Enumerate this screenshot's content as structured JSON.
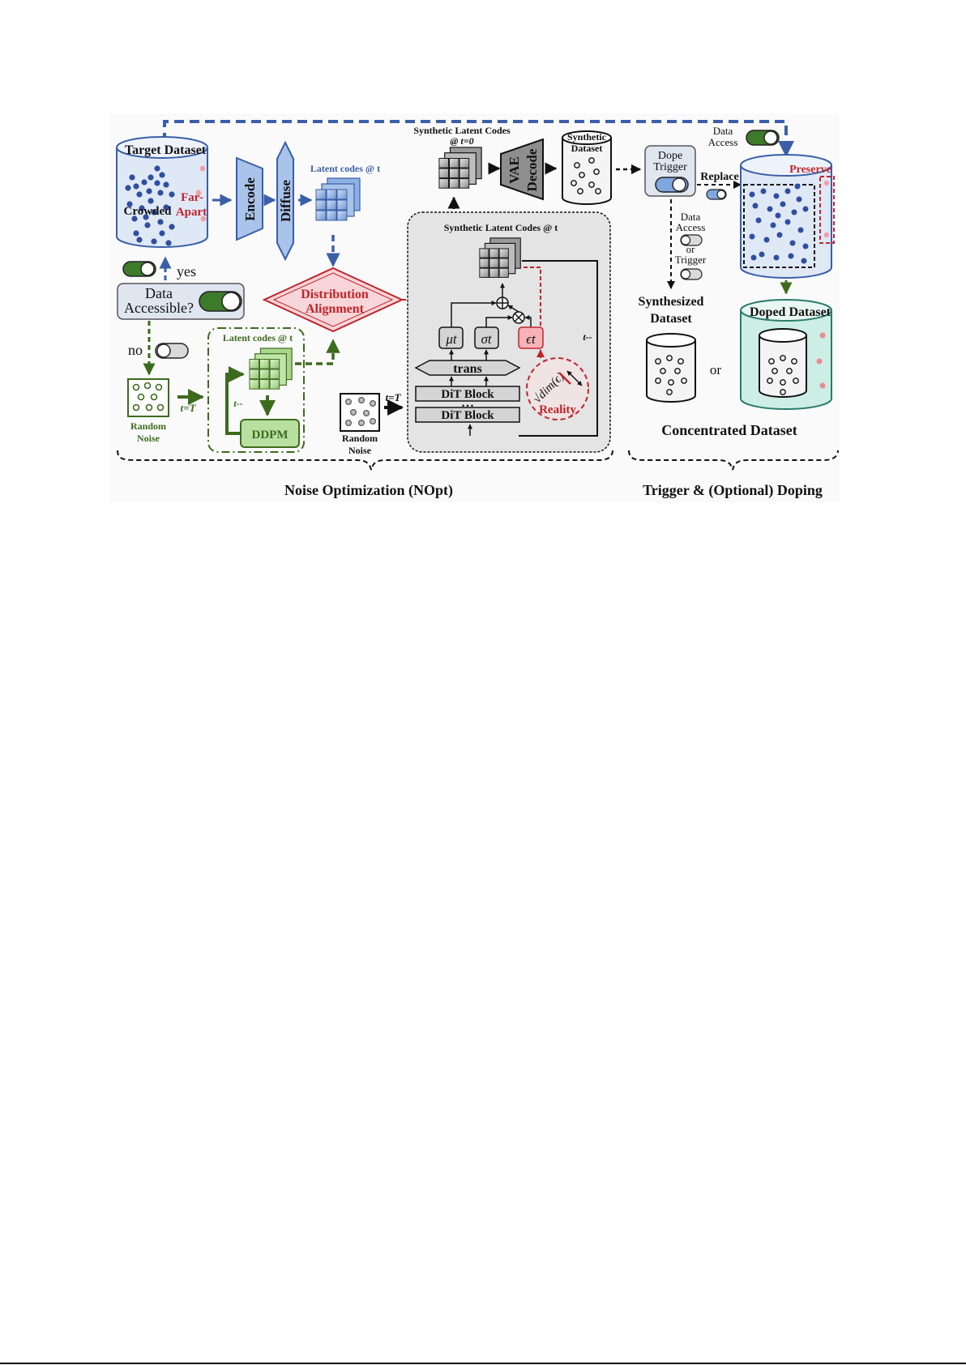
{
  "colors": {
    "blue": "#3a5fa8",
    "blue_light": "#a9c3ea",
    "red": "#c0242b",
    "pink": "#f2b8bc",
    "green": "#3d6b1e",
    "green_light": "#b9e0a0",
    "toggle_green": "#3d7a2a",
    "gray_panel": "#e4e4e4",
    "cyl_blue": "#dfe8f5",
    "cyl_teal": "#cdeee4"
  },
  "labels": {
    "target_dataset": "Target Dataset",
    "crowded": "Crowded",
    "far": "Far-",
    "apart": "Apart",
    "encode": "Encode",
    "diffuse": "Diffuse",
    "latent_codes_t": "Latent codes @ t",
    "yes": "yes",
    "data_accessible_1": "Data",
    "data_accessible_2": "Accessible?",
    "no": "no",
    "random_noise_1": "Random",
    "random_noise_2": "Noise",
    "t_eq_T": "t=T",
    "t_minus": "t--",
    "latent_codes_green": "Latent codes @ t",
    "ddpm": "DDPM",
    "distribution_1": "Distribution",
    "distribution_2": "Alignment",
    "synthetic_latent_t0_1": "Synthetic Latent Codes",
    "synthetic_latent_t0_2": "@ t=0",
    "vae": "VAE",
    "decode": "Decode",
    "synthetic_dataset_1": "Synthetic",
    "synthetic_dataset_2": "Dataset",
    "synthetic_latent_t": "Synthetic Latent Codes @ t",
    "mu_t": "μt",
    "sigma_t": "σt",
    "eps_t": "ϵt",
    "trans": "trans",
    "dit_block_1": "DiT Block",
    "dit_dots": "• • •",
    "dit_block_2": "DiT Block",
    "sqrt_dim": "√dim(ϵ)",
    "reality": "Reality",
    "t_minus_right": "t--",
    "random_noise2_1": "Random",
    "random_noise2_2": "Noise",
    "t_eq_T2": "t=T",
    "data_access_top_1": "Data",
    "data_access_top_2": "Access",
    "dope_trigger_1": "Dope",
    "dope_trigger_2": "Trigger",
    "replace": "Replace",
    "preserve": "Preserve",
    "data_access_mid_1": "Data",
    "data_access_mid_2": "Access",
    "data_access_mid_3": "or",
    "data_access_mid_4": "Trigger",
    "synthesized_1": "Synthesized",
    "synthesized_2": "Dataset",
    "or": "or",
    "doped_dataset": "Doped Dataset",
    "concentrated_dataset": "Concentrated Dataset",
    "nopt": "Noise Optimization (NOpt)",
    "trigger_doping": "Trigger & (Optional) Doping"
  }
}
